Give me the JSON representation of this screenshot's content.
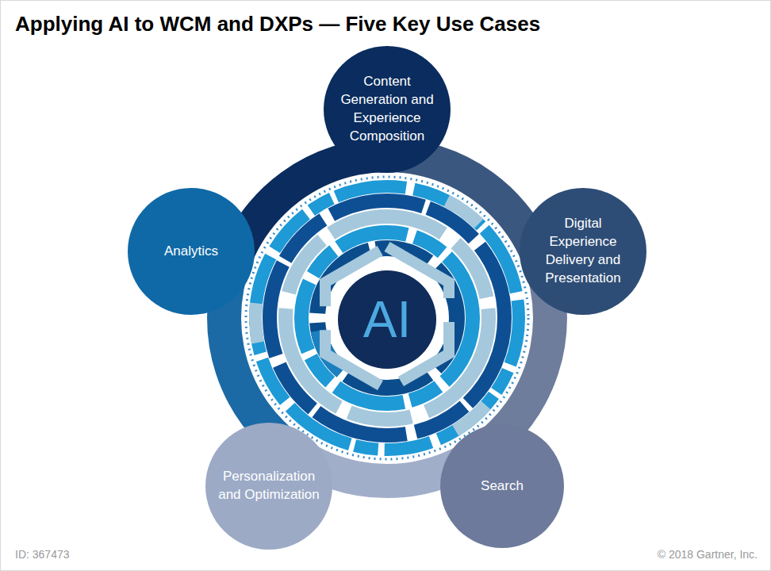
{
  "diagram": {
    "title": "Applying AI to WCM and DXPs — Five Key Use Cases",
    "nodes": [
      {
        "text": [
          "Content Generation and Experience Composition"
        ]
      },
      {
        "text": [
          "Digital Experience Delivery and Presentation"
        ]
      },
      {
        "text": [
          "Search"
        ]
      },
      {
        "text": [
          "Personalization and Optimization"
        ]
      },
      {
        "text": [
          "Analytics"
        ]
      },
      {
        "text": [
          "AI"
        ]
      }
    ],
    "labels": [
      "ID: 367473",
      "© 2018 Gartner, Inc."
    ]
  }
}
